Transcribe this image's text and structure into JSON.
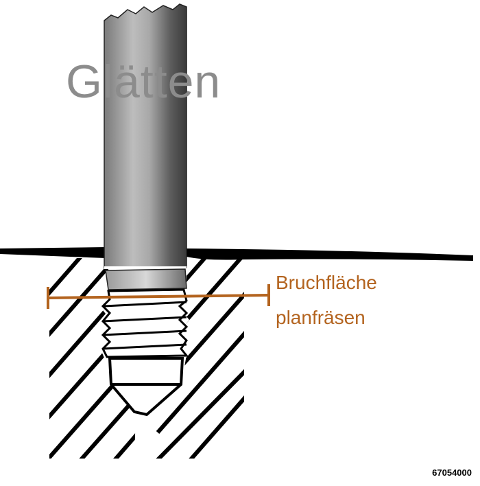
{
  "diagram": {
    "title": "Glätten",
    "annotation_line1": "Bruchfläche",
    "annotation_line2": "planfräsen",
    "article_number": "67054000"
  },
  "colors": {
    "title": "#8c8c8c",
    "annotation": "#b3631e",
    "surface": "#000000"
  }
}
